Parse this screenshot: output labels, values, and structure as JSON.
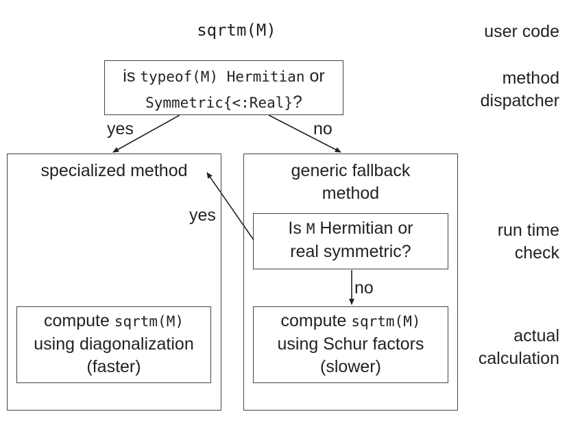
{
  "top_call": "sqrtm(M)",
  "layers": {
    "user_code": "user code",
    "method_dispatcher": [
      "method",
      "dispatcher"
    ],
    "run_time_check": [
      "run time",
      "check"
    ],
    "actual_calculation": [
      "actual",
      "calculation"
    ]
  },
  "dispatch_box": {
    "line1_prefix": "is ",
    "line1_code": "typeof(M) Hermitian",
    "line1_suffix": " or",
    "line2_code": "Symmetric{<:Real}",
    "line2_suffix": "?"
  },
  "edges": {
    "yes_left": "yes",
    "no_right": "no",
    "yes_back": "yes",
    "no_down": "no"
  },
  "specialized": {
    "title": "specialized method",
    "compute_prefix": "compute ",
    "compute_code": "sqrtm(M)",
    "line2": "using diagonalization",
    "line3": "(faster)"
  },
  "generic": {
    "title_line1": "generic fallback",
    "title_line2": "method",
    "check_prefix": "Is ",
    "check_code": "M",
    "check_suffix": " Hermitian or",
    "check_line2": "real symmetric?",
    "compute_prefix": "compute ",
    "compute_code": "sqrtm(M)",
    "line2": "using Schur factors",
    "line3": "(slower)"
  },
  "colors": {
    "stroke": "#444444",
    "text": "#222222"
  }
}
